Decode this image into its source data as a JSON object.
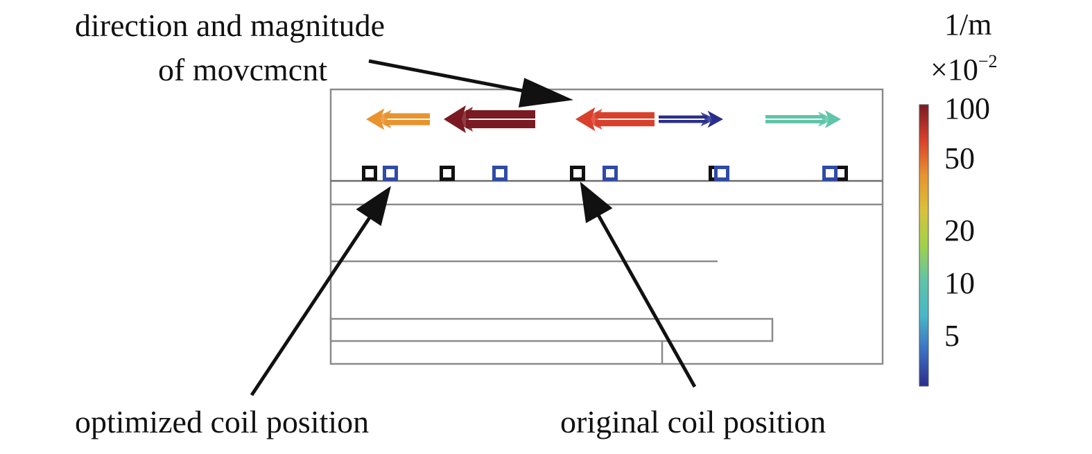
{
  "labels": {
    "movement_line1": "direction and magnitude",
    "movement_line2": "of movcmcnt",
    "optimized": "optimized coil position",
    "original": "original coil position"
  },
  "colorbar": {
    "unit": "1/m",
    "scale_prefix": "×10",
    "scale_exponent": "−2",
    "ticks": [
      "100",
      "50",
      "20",
      "10",
      "5"
    ],
    "colormap": [
      "#2a2f8c",
      "#3b6fc4",
      "#47b7c9",
      "#5fc4a8",
      "#9fd24a",
      "#d9c23a",
      "#e8932d",
      "#d9402b",
      "#7a1a22"
    ]
  },
  "arrows": [
    {
      "direction": "left",
      "color": "#e8932d",
      "magnitude": 45
    },
    {
      "direction": "left",
      "color": "#7a1a22",
      "magnitude": 100
    },
    {
      "direction": "left",
      "color": "#d9402b",
      "magnitude": 65
    },
    {
      "direction": "right",
      "color": "#2a2f8c",
      "magnitude": 5
    },
    {
      "direction": "right",
      "color": "#5fc4a8",
      "magnitude": 12
    }
  ],
  "markers": {
    "original_color": "#111111",
    "optimized_color": "#2f4aa8"
  }
}
